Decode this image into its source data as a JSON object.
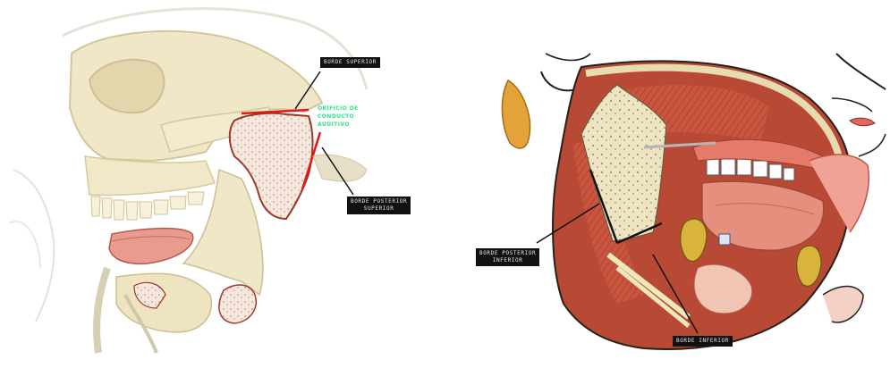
{
  "left_panel": {
    "label_top": "BORDE SUPERIOR",
    "label_green_line1": "ORIFICIO DE",
    "label_green_line2": "CONDUCTO",
    "label_green_line3": "AUDITIVO",
    "label_right_line1": "BORDE POSTERIOR",
    "label_right_line2": "SUPERIOR"
  },
  "right_panel": {
    "label_left_line1": "BORDE POSTERIOR",
    "label_left_line2": "INFERIOR",
    "label_bottom": "BORDE INFERIOR"
  },
  "colors": {
    "bone": "#efe7c7",
    "bone_shadow": "#d8cda0",
    "cartilage": "#f3e6dc",
    "cartilage_edge": "#9b3a2a",
    "muscle": "#c9553f",
    "gum": "#e47a6a",
    "highlight_red": "#e01818",
    "gold": "#e4a339"
  }
}
